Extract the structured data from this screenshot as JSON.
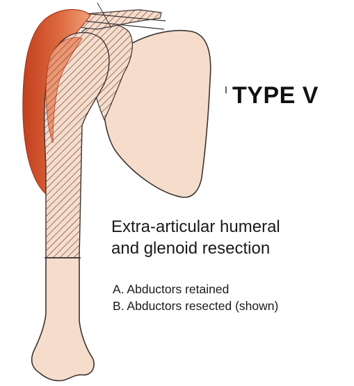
{
  "diagram": {
    "type_label": "TYPE V",
    "resection": {
      "line1": "Extra-articular humeral",
      "line2": "and glenoid resection"
    },
    "options": [
      "A. Abductors retained",
      "B. Abductors resected (shown)"
    ],
    "colors": {
      "bone": "#f6dccb",
      "bone_outline": "#3a3330",
      "muscle": "#de6a3e",
      "muscle_dark": "#c2401f",
      "hatch": "#6a4a40"
    }
  }
}
